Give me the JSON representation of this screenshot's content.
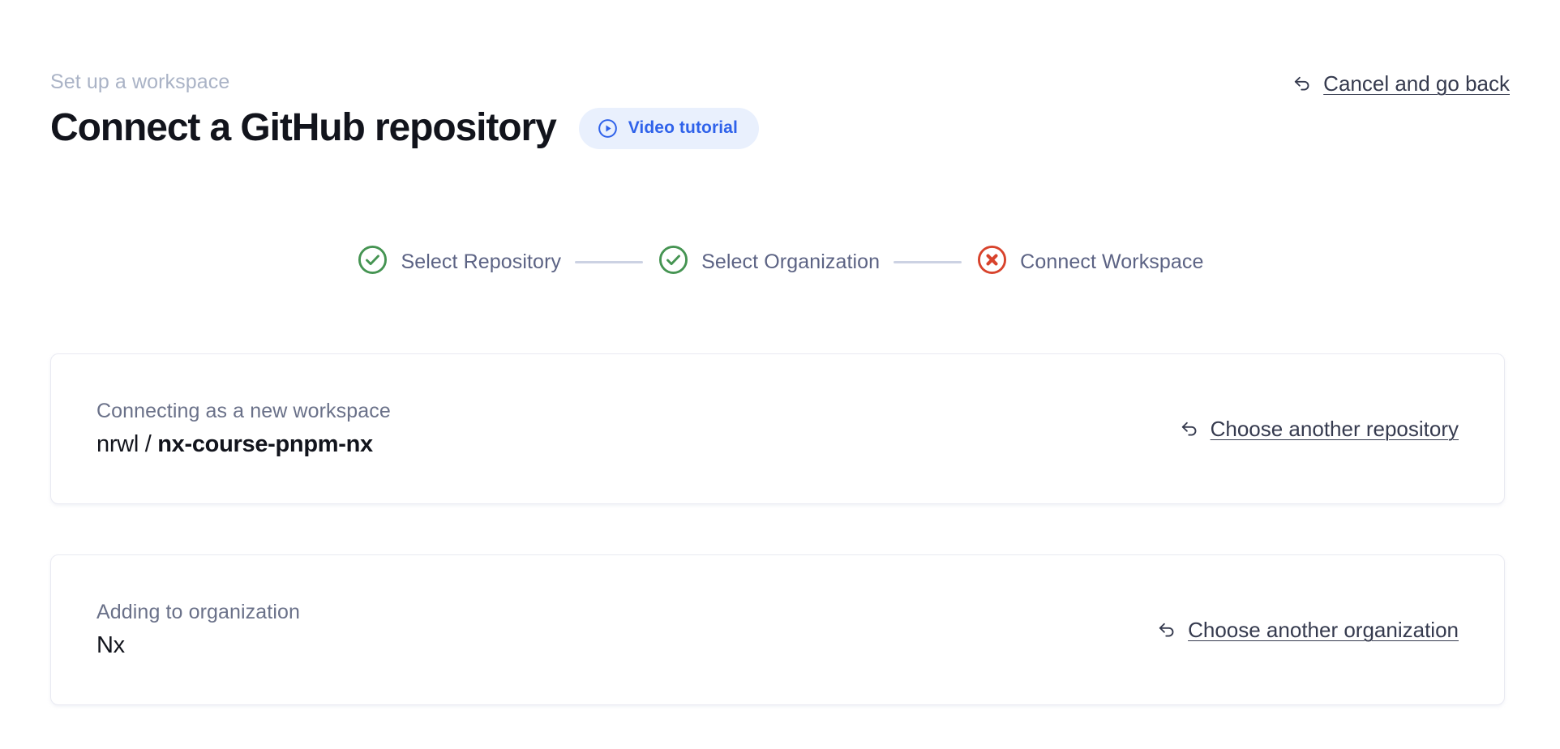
{
  "header": {
    "breadcrumb": "Set up a workspace",
    "title": "Connect a GitHub repository",
    "video_tutorial_label": "Video tutorial",
    "video_tutorial_icon": "play-circle-icon",
    "cancel_label": "Cancel and go back",
    "cancel_icon": "arrow-back-icon"
  },
  "stepper": {
    "steps": [
      {
        "label": "Select Repository",
        "state": "complete",
        "icon": "check-circle-icon"
      },
      {
        "label": "Select Organization",
        "state": "complete",
        "icon": "check-circle-icon"
      },
      {
        "label": "Connect Workspace",
        "state": "error",
        "icon": "x-circle-icon"
      }
    ]
  },
  "cards": [
    {
      "caption": "Connecting as a new workspace",
      "value_prefix": "nrwl / ",
      "value_main": "nx-course-pnpm-nx",
      "action_label": "Choose another repository",
      "action_icon": "arrow-back-icon"
    },
    {
      "caption": "Adding to organization",
      "value_prefix": "",
      "value_main": "Nx",
      "action_label": "Choose another organization",
      "action_icon": "arrow-back-icon"
    }
  ],
  "colors": {
    "accent_blue": "#2f62ea",
    "pill_bg": "#e9f0fd",
    "success_green": "#459452",
    "error_red": "#d8432c",
    "muted_text": "#5c6384",
    "breadcrumb_text": "#aab3c6",
    "title_text": "#12141c",
    "card_border": "#e9eaf2",
    "connector": "#ccd2e3"
  }
}
